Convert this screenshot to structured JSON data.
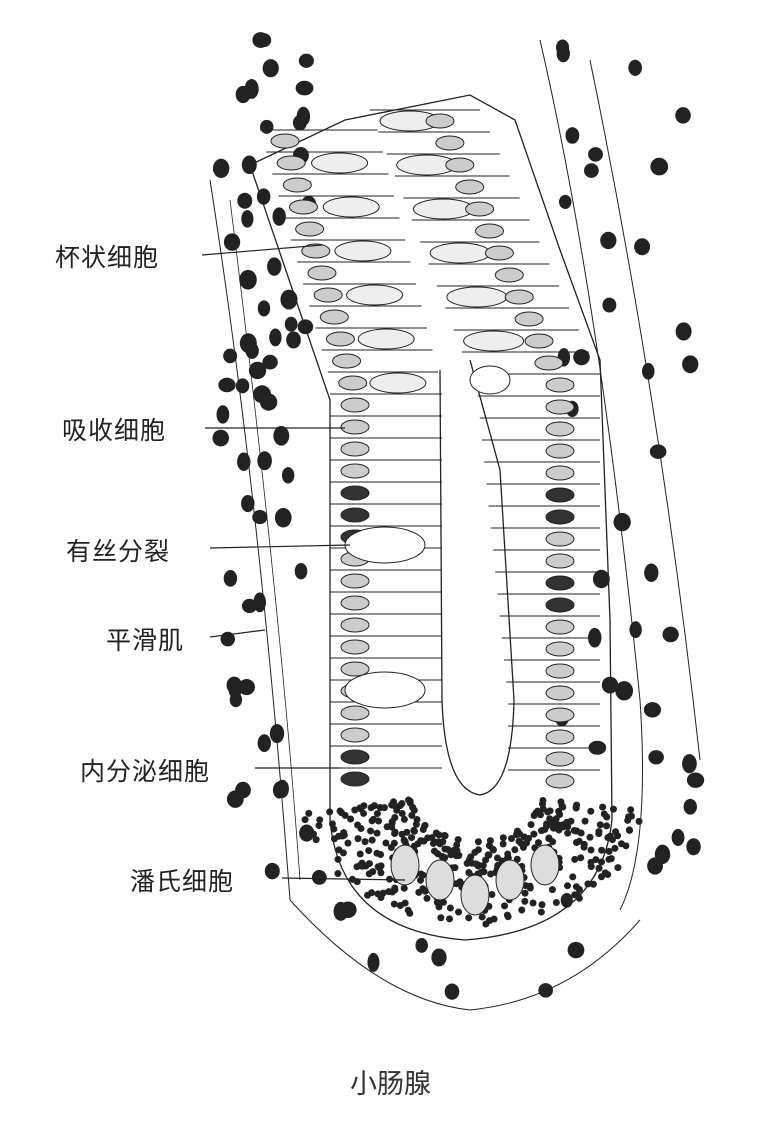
{
  "labels": {
    "goblet_cell": "杯状细胞",
    "absorptive_cell": "吸收细胞",
    "mitosis": "有丝分裂",
    "smooth_muscle": "平滑肌",
    "endocrine_cell": "内分泌细胞",
    "paneth_cell": "潘氏细胞"
  },
  "caption": "小肠腺",
  "colors": {
    "ink": "#222222",
    "background": "#ffffff"
  }
}
